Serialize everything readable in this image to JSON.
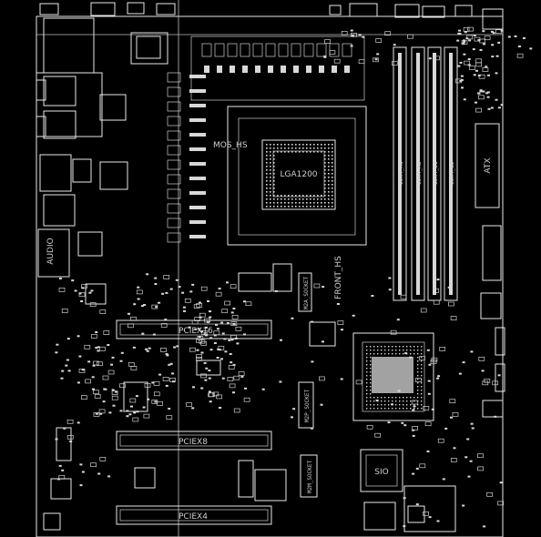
{
  "labels": {
    "mos_hs": "MOS_HS",
    "cpu_socket": "LGA1200",
    "front_hs": "FRONT_HS",
    "pciex16": "PCIEX16",
    "pciex8": "PCIEX8",
    "pciex4": "PCIEX4",
    "audio": "AUDIO",
    "sio": "SIO",
    "atx": "ATX",
    "m2a": "M2A_SOCKET",
    "m2b": "M2P_SOCKET",
    "m2c": "M2M_SOCKET",
    "dimm": [
      "DDR4_A1",
      "DDR4_A2",
      "DDR4_B1",
      "DDR4_B2"
    ]
  },
  "colors": {
    "background": "#000000",
    "trace": "#e8e8e8"
  }
}
